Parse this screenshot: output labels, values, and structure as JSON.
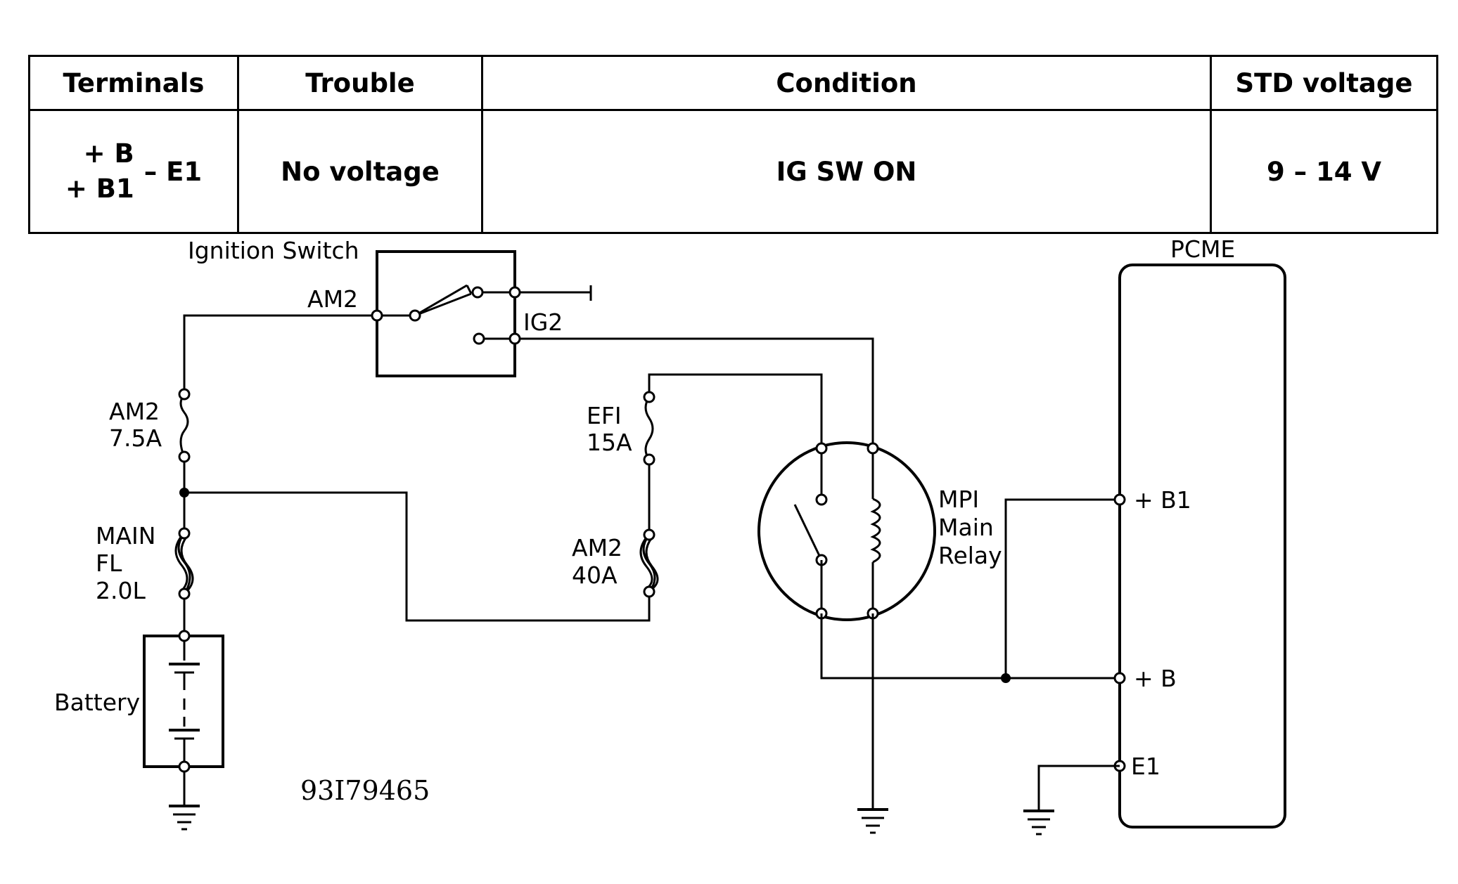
{
  "table": {
    "headers": {
      "terminals": "Terminals",
      "trouble": "Trouble",
      "condition": "Condition",
      "std_voltage": "STD voltage"
    },
    "row": {
      "terminals_a": "+ B",
      "terminals_b": "+ B1",
      "terminals_common": "– E1",
      "trouble": "No voltage",
      "condition": "IG SW ON",
      "std_voltage": "9 – 14 V"
    }
  },
  "diagram": {
    "ignition_switch": "Ignition Switch",
    "am2_terminal": "AM2",
    "ig2_terminal": "IG2",
    "fuse_am2_name": "AM2",
    "fuse_am2_rating": "7.5A",
    "fusible_main_name": "MAIN",
    "fusible_main_type": "FL",
    "fusible_main_size": "2.0L",
    "battery": "Battery",
    "fuse_efi_name": "EFI",
    "fuse_efi_rating": "15A",
    "fusible_am2_name": "AM2",
    "fusible_am2_rating": "40A",
    "relay_line1": "MPI",
    "relay_line2": "Main",
    "relay_line3": "Relay",
    "ecu": "PCME",
    "pin_b1": "+ B1",
    "pin_b": "+ B",
    "pin_e1": "E1",
    "figure_code": "93I79465"
  }
}
